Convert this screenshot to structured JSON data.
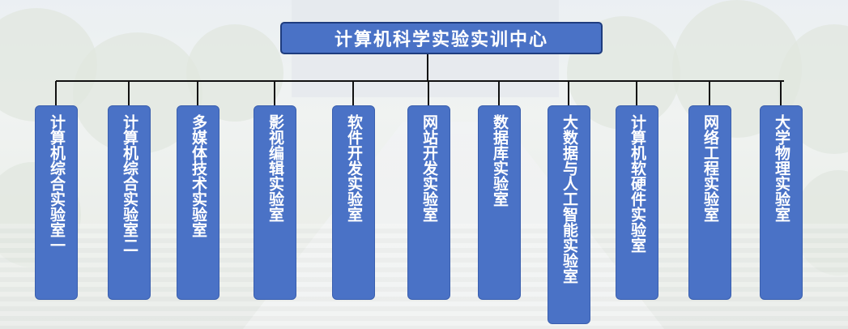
{
  "title": "计算机科学实验实训中心",
  "labs": [
    "计算机综合实验室一",
    "计算机综合实验室二",
    "多媒体技术实验室",
    "影视编辑实验室",
    "软件开发实验室",
    "网站开发实验室",
    "数据库实验室",
    "大数据与人工智能实验室",
    "计算机软硬件实验室",
    "网络工程实验室",
    "大学物理实验室"
  ],
  "colors": {
    "box_fill": "#4a72c6",
    "box_border": "#1e3c7e",
    "connector": "#111111",
    "text": "#ffffff"
  }
}
